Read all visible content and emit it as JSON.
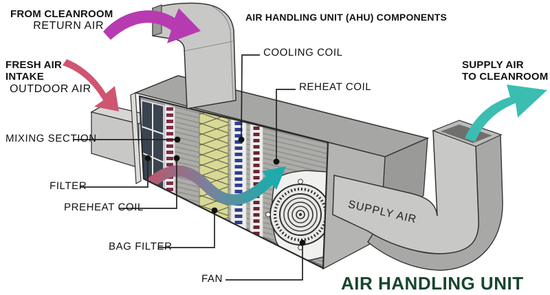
{
  "labels": {
    "from_cleanroom": "FROM CLEANROOM",
    "return_air": "RETURN AIR",
    "fresh_air_line1": "FRESH AIR",
    "fresh_air_line2": "INTAKE",
    "outdoor_air": "OUTDOOR AIR",
    "components_title": "AIR HANDLING UNIT (AHU) COMPONENTS",
    "cooling_coil": "COOLING COIL",
    "reheat_coil": "REHEAT COIL",
    "supply_air_line1": "SUPPLY AIR",
    "supply_air_line2": "TO CLEANROOM",
    "mixing_section": "MIXING SECTION",
    "filter": "FILTER",
    "preheat_coil": "PREHEAT COIL",
    "bag_filter": "BAG FILTER",
    "fan": "FAN",
    "supply_air_duct": "SUPPLY AIR",
    "main_title": "AIR HANDLING UNIT"
  },
  "colors": {
    "return_air_arrow": "#b73bb0",
    "fresh_air_arrow": "#cf5570",
    "supply_air_arrow": "#3cbdb2",
    "airflow_start": "#c44f66",
    "airflow_end": "#1faaab",
    "main_title_green": "#16462f",
    "duct_gray": "#c8c8c6",
    "filter_panel": "#3a4450",
    "preheat_coil_color": "#7c2d48",
    "bag_filter_color": "#d8d994",
    "cooling_coil_color": "#2e3f93",
    "reheat_coil_color": "#6e2433"
  }
}
